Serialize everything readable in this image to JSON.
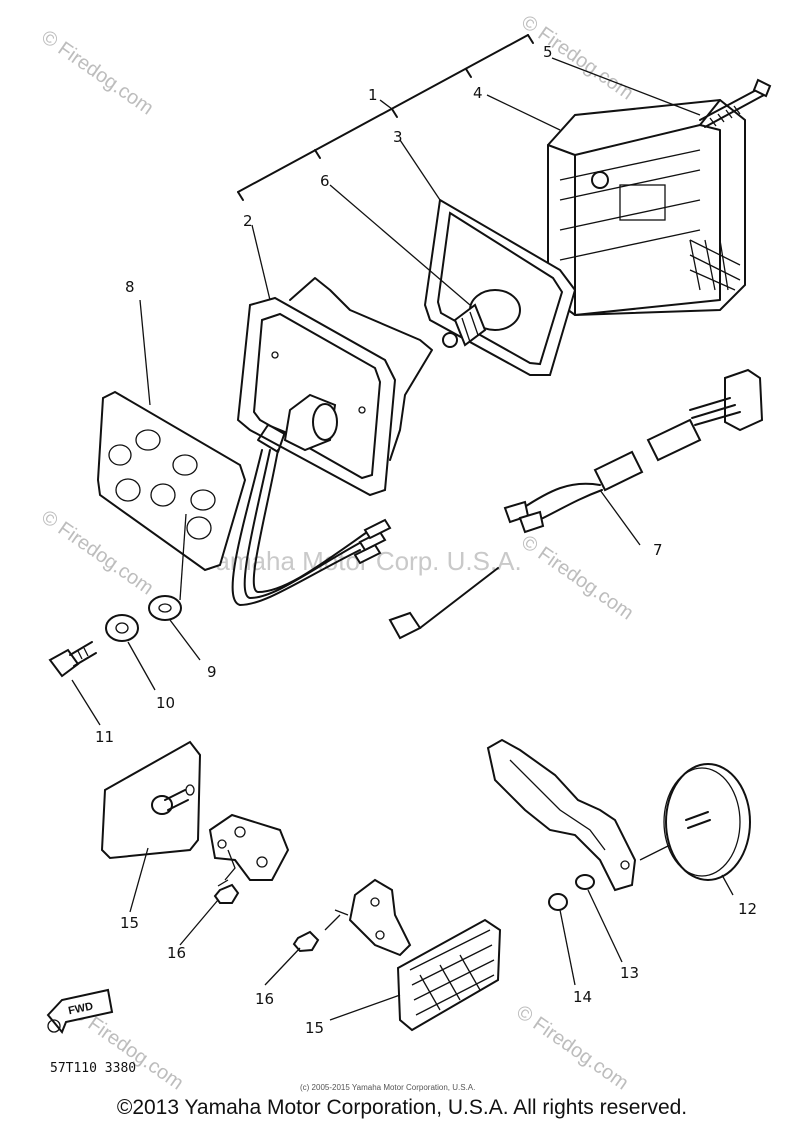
{
  "watermark": {
    "site": "© Firedog.com",
    "center_text": "Yamaha Motor Corp. U.S.A."
  },
  "labels": {
    "p1": "1",
    "p2": "2",
    "p3": "3",
    "p4": "4",
    "p5": "5",
    "p6": "6",
    "p7": "7",
    "p8": "8",
    "p9": "9",
    "p10": "10",
    "p11": "11",
    "p12": "12",
    "p13": "13",
    "p14": "14",
    "p15a": "15",
    "p15b": "15",
    "p16a": "16",
    "p16b": "16"
  },
  "fwd_badge": "FWD",
  "diagram_code": "57T110 3380",
  "small_copyright": "(c) 2005-2015 Yamaha Motor Corporation, U.S.A.",
  "footer_copyright": "©2013 Yamaha Motor Corporation, U.S.A. All rights reserved."
}
